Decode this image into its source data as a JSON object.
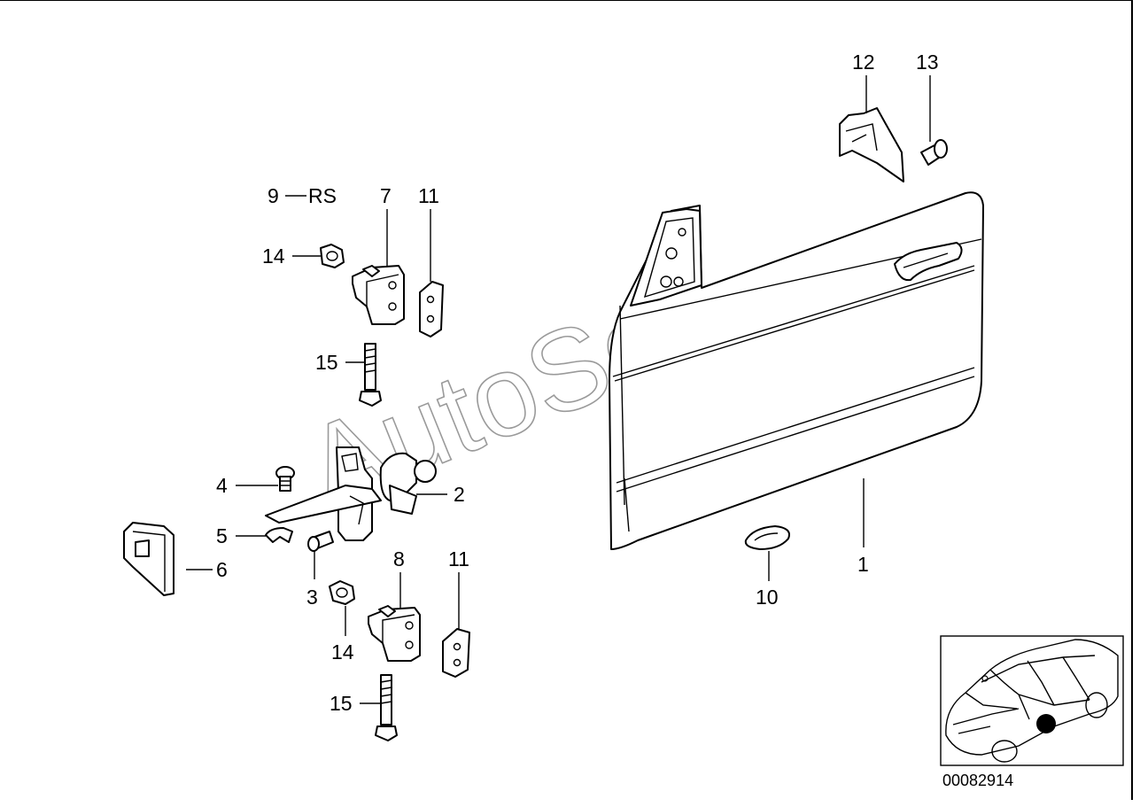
{
  "watermark": "AutoSoft",
  "reference_number": "00082914",
  "callouts": {
    "c1": "1",
    "c2": "2",
    "c3": "3",
    "c4": "4",
    "c5": "5",
    "c6": "6",
    "c7": "7",
    "c8": "8",
    "c9": "9",
    "c9_suffix": "RS",
    "c10": "10",
    "c11_top": "11",
    "c11_bottom": "11",
    "c12": "12",
    "c13": "13",
    "c14_top": "14",
    "c14_bottom": "14",
    "c15_top": "15",
    "c15_bottom": "15"
  }
}
